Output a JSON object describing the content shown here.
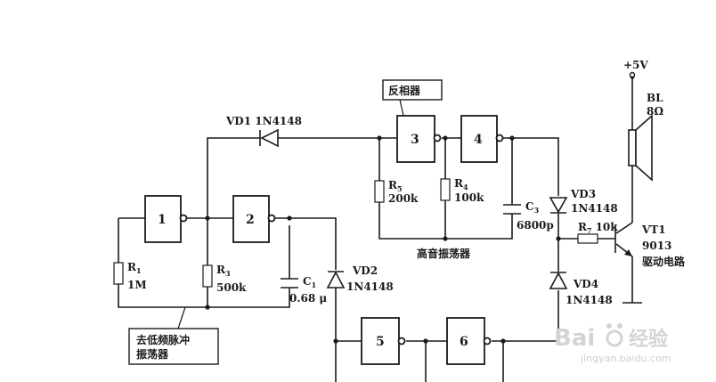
{
  "labels": {
    "vd1": "VD1 1N4148",
    "vd2": "VD2",
    "vd2_part": "1N4148",
    "vd3": "VD3",
    "vd3_part": "1N4148",
    "vd4": "VD4",
    "vd4_part": "1N4148",
    "r1": "R",
    "r1_sub": "1",
    "r1_val": "1M",
    "r3": "R",
    "r3_sub": "3",
    "r3_val": "500k",
    "r5": "R",
    "r5_sub": "5",
    "r5_val": "200k",
    "r4": "R",
    "r4_sub": "4",
    "r4_val": "100k",
    "r7": "R",
    "r7_sub": "7",
    "r7_val": "10k",
    "c1": "C",
    "c1_sub": "1",
    "c1_val": "0.68 μ",
    "c3": "C",
    "c3_sub": "3",
    "c3_val": "6800p",
    "supply": "+5V",
    "bl": "BL",
    "bl_val": "8Ω",
    "vt1": "VT1",
    "vt1_part": "9013",
    "vt1_desc": "驱动电路",
    "inverter": "反相器",
    "hf_osc": "高音振荡器",
    "lf_osc_1": "去低频脉冲",
    "lf_osc_2": "振荡器"
  },
  "gates": [
    "1",
    "2",
    "3",
    "4",
    "5",
    "6"
  ],
  "watermark": {
    "brand": "Bai",
    "brand2": "经验",
    "url": "jingyan.baidu.com"
  }
}
